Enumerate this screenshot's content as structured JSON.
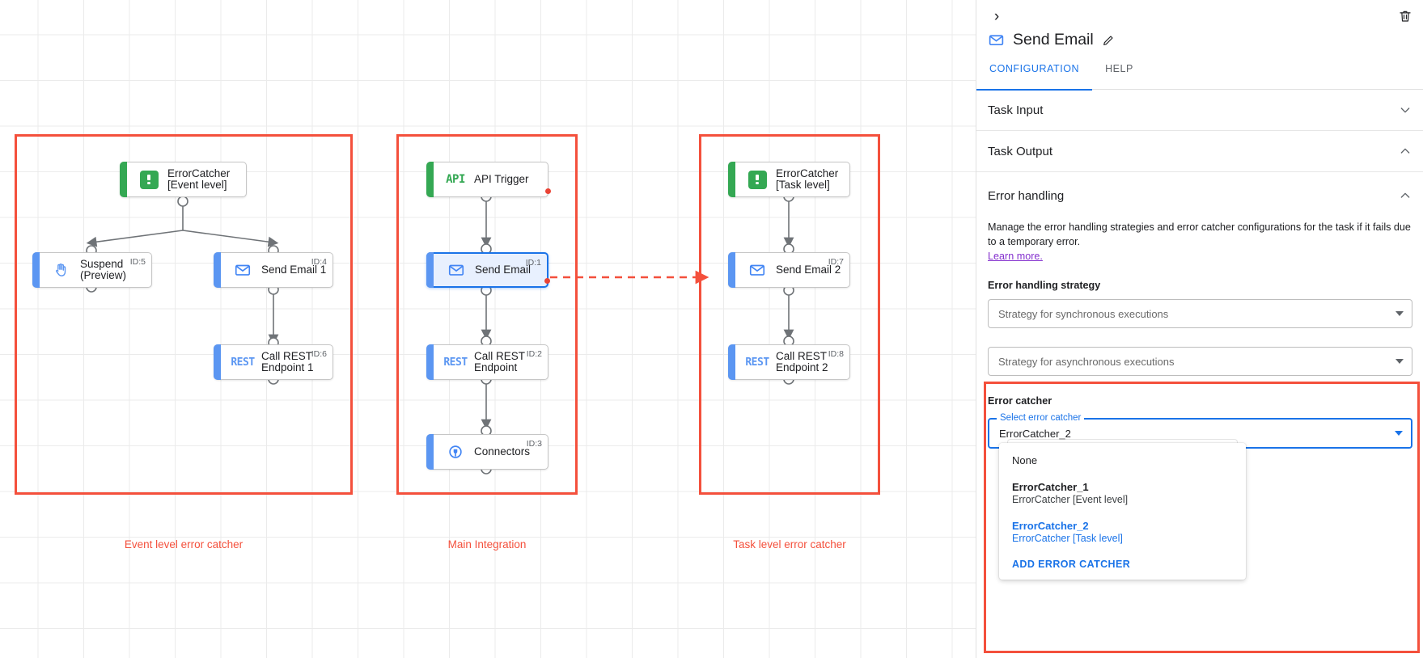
{
  "canvas": {
    "regions": [
      {
        "name": "event-level",
        "caption": "Event level error catcher"
      },
      {
        "name": "main-integration",
        "caption": "Main Integration"
      },
      {
        "name": "task-level",
        "caption": "Task level error catcher"
      }
    ],
    "nodes": [
      {
        "key": "errorcatcher_event",
        "label": "ErrorCatcher\n[Event level]",
        "icon": "error-catcher-icon",
        "id": "",
        "accent": "green",
        "selected": false,
        "error": false
      },
      {
        "key": "suspend",
        "label": "Suspend\n(Preview)",
        "icon": "suspend-hand-icon",
        "id": "ID:5",
        "accent": "blue",
        "selected": false,
        "error": false
      },
      {
        "key": "send_email_1",
        "label": "Send Email 1",
        "icon": "email-icon",
        "id": "ID:4",
        "accent": "blue",
        "selected": false,
        "error": false
      },
      {
        "key": "call_rest_1",
        "label": "Call REST\nEndpoint 1",
        "icon": "rest-icon",
        "id": "ID:6",
        "accent": "blue",
        "selected": false,
        "error": false
      },
      {
        "key": "api_trigger",
        "label": "API Trigger",
        "icon": "api-icon",
        "id": "",
        "accent": "green",
        "selected": false,
        "error": true
      },
      {
        "key": "send_email",
        "label": "Send Email",
        "icon": "email-icon",
        "id": "ID:1",
        "accent": "blue",
        "selected": true,
        "error": true
      },
      {
        "key": "call_rest",
        "label": "Call REST\nEndpoint",
        "icon": "rest-icon",
        "id": "ID:2",
        "accent": "blue",
        "selected": false,
        "error": false
      },
      {
        "key": "connectors",
        "label": "Connectors",
        "icon": "connectors-icon",
        "id": "ID:3",
        "accent": "blue",
        "selected": false,
        "error": false
      },
      {
        "key": "errorcatcher_task",
        "label": "ErrorCatcher\n[Task level]",
        "icon": "error-catcher-icon",
        "id": "",
        "accent": "green",
        "selected": false,
        "error": false
      },
      {
        "key": "send_email_2",
        "label": "Send Email 2",
        "icon": "email-icon",
        "id": "ID:7",
        "accent": "blue",
        "selected": false,
        "error": false
      },
      {
        "key": "call_rest_2",
        "label": "Call REST\nEndpoint 2",
        "icon": "rest-icon",
        "id": "ID:8",
        "accent": "blue",
        "selected": false,
        "error": false
      }
    ]
  },
  "panel": {
    "title": "Send Email",
    "title_icon": "email-icon",
    "edit_icon": "pencil-icon",
    "collapse_icon": "chevron-right-icon",
    "delete_icon": "trash-icon",
    "tabs": [
      {
        "label": "CONFIGURATION",
        "active": true
      },
      {
        "label": "HELP",
        "active": false
      }
    ],
    "sections": [
      {
        "key": "task_input",
        "title": "Task Input",
        "expanded": false
      },
      {
        "key": "task_output",
        "title": "Task Output",
        "expanded": true
      },
      {
        "key": "error_handling",
        "title": "Error handling",
        "expanded": true
      }
    ],
    "error_handling": {
      "description": "Manage the error handling strategies and error catcher configurations for the task if it fails due to a temporary error.",
      "learn_more": "Learn more.",
      "strategy_label": "Error handling strategy",
      "sync_placeholder": "Strategy for synchronous executions",
      "async_placeholder": "Strategy for asynchronous executions",
      "error_catcher_label": "Error catcher",
      "select_float_label": "Select error catcher",
      "select_value": "ErrorCatcher_2",
      "dropdown": {
        "options": [
          {
            "main": "None",
            "sub": "",
            "selected": false,
            "bold": false
          },
          {
            "main": "ErrorCatcher_1",
            "sub": "ErrorCatcher [Event level]",
            "selected": false,
            "bold": true
          },
          {
            "main": "ErrorCatcher_2",
            "sub": "ErrorCatcher [Task level]",
            "selected": true,
            "bold": true
          }
        ],
        "action": "ADD ERROR CATCHER"
      }
    }
  },
  "colors": {
    "accent_blue": "#1a73e8",
    "highlight_red": "#f4503c",
    "green": "#34a853",
    "node_blue": "#5b96f2",
    "error_dot": "#ea4335",
    "link_purple": "#8430ce"
  }
}
